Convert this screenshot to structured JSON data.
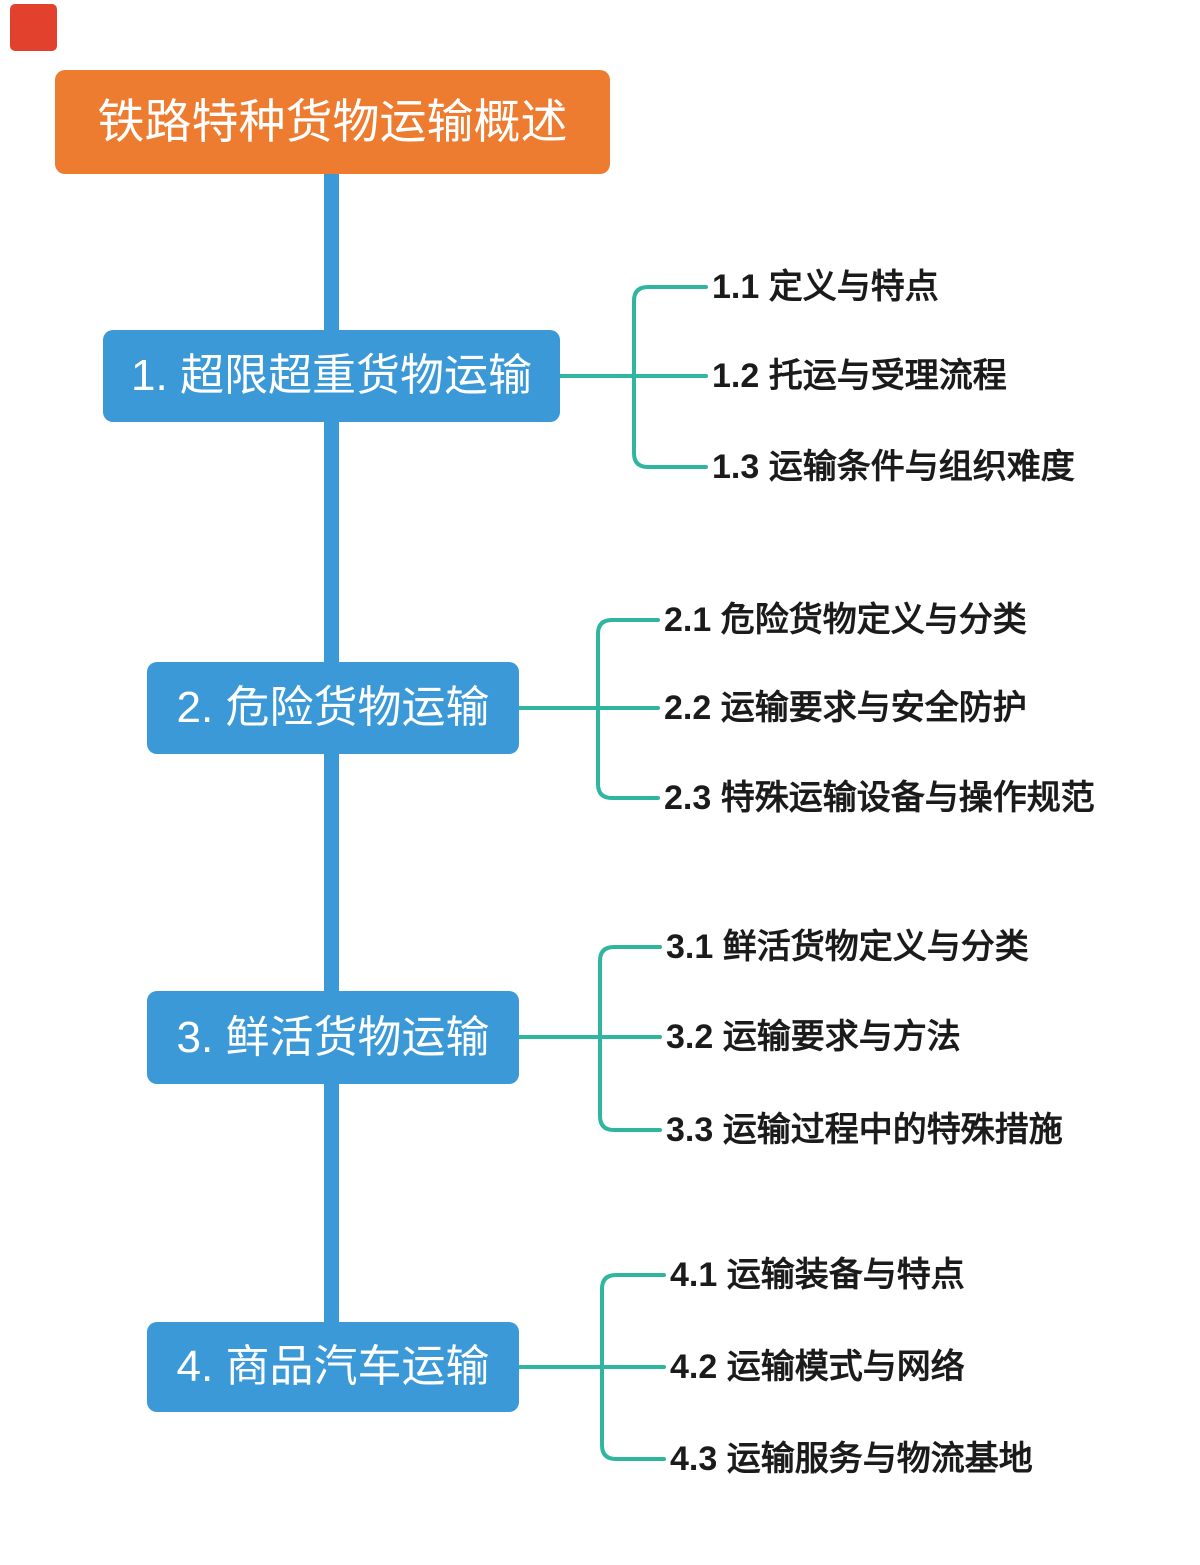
{
  "title": {
    "label": "铁路特种货物运输概述"
  },
  "colors": {
    "root_node": "#ed7c30",
    "section_node": "#3b99d8",
    "main_branch": "#3b99d8",
    "connector": "#2fb5a0",
    "corner_mark": "#e2422d",
    "leaf_text": "#1b1b1b",
    "background": "#ffffff"
  },
  "sections": [
    {
      "label": "1. 超限超重货物运输",
      "children": [
        "1.1 定义与特点",
        "1.2 托运与受理流程",
        "1.3 运输条件与组织难度"
      ]
    },
    {
      "label": "2. 危险货物运输",
      "children": [
        "2.1 危险货物定义与分类",
        "2.2 运输要求与安全防护",
        "2.3 特殊运输设备与操作规范"
      ]
    },
    {
      "label": "3. 鲜活货物运输",
      "children": [
        "3.1 鲜活货物定义与分类",
        "3.2 运输要求与方法",
        "3.3 运输过程中的特殊措施"
      ]
    },
    {
      "label": "4. 商品汽车运输",
      "children": [
        "4.1 运输装备与特点",
        "4.2 运输模式与网络",
        "4.3 运输服务与物流基地"
      ]
    }
  ]
}
